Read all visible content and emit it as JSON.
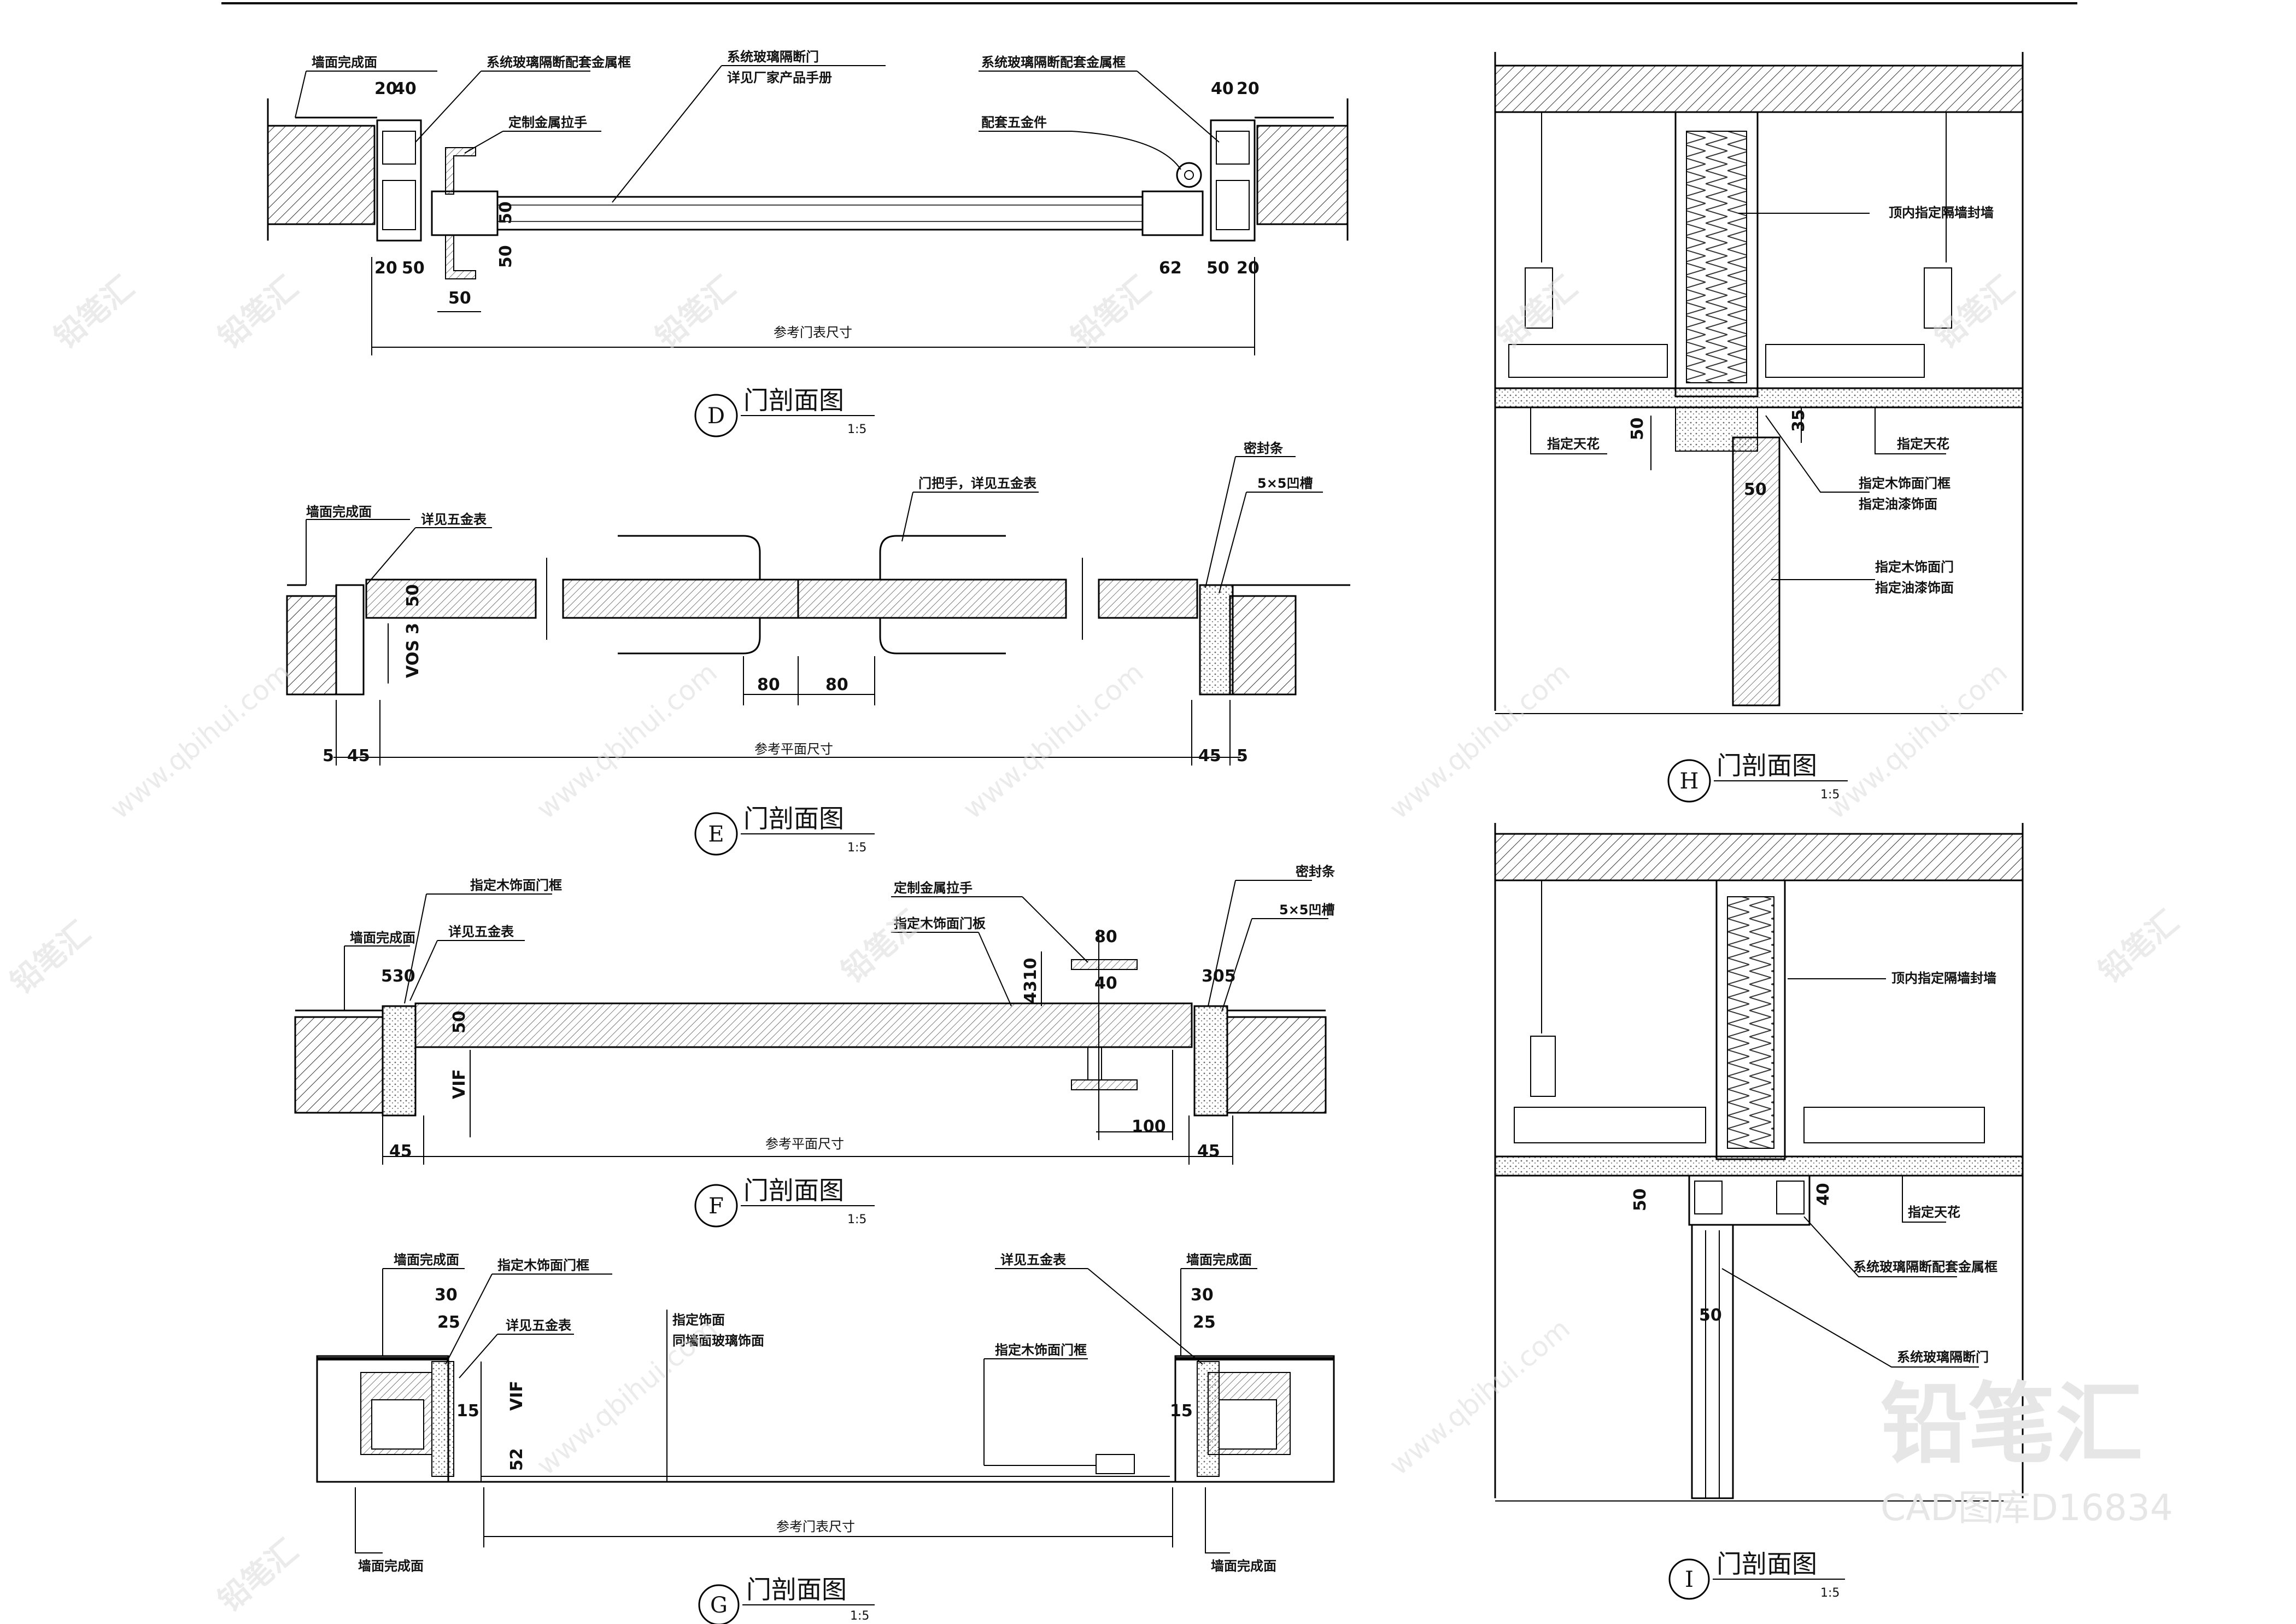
{
  "sections": {
    "D": {
      "letter": "D",
      "title": "门剖面图",
      "scale": "1:5"
    },
    "E": {
      "letter": "E",
      "title": "门剖面图",
      "scale": "1:5"
    },
    "F": {
      "letter": "F",
      "title": "门剖面图",
      "scale": "1:5"
    },
    "G": {
      "letter": "G",
      "title": "门剖面图",
      "scale": "1:5"
    },
    "H": {
      "letter": "H",
      "title": "门剖面图",
      "scale": "1:5"
    },
    "I": {
      "letter": "I",
      "title": "门剖面图",
      "scale": "1:5"
    }
  },
  "labels": {
    "wall_finish": "墙面完成面",
    "glass_frame": "系统玻璃隔断配套金属框",
    "glass_door": "系统玻璃隔断门",
    "see_manual": "详见厂家产品手册",
    "metal_handle": "定制金属拉手",
    "hardware_fitting": "配套五金件",
    "ref_door_size": "参考门表尺寸",
    "see_hardware": "详见五金表",
    "door_handle_see": "门把手，详见五金表",
    "seal_strip": "密封条",
    "groove": "5×5凹槽",
    "ref_plan_size": "参考平面尺寸",
    "wood_frame": "指定木饰面门框",
    "wood_panel": "指定木饰面门板",
    "finish": "指定饰面",
    "same_as_wall": "同墙面玻璃饰面",
    "ceiling_wall": "顶内指定隔墙封墙",
    "ceiling": "指定天花",
    "wood_frame_paint": "指定木饰面门框",
    "paint_finish": "指定油漆饰面",
    "wood_door_panel": "指定木饰面门",
    "system_glass_door": "系统玻璃隔断门"
  },
  "dims": {
    "d_20": "20",
    "d_40": "40",
    "d_50": "50",
    "d_62": "62",
    "e_50": "50",
    "e_3": "3",
    "e_vos": "VOS",
    "e_80a": "80",
    "e_80b": "80",
    "e_5": "5",
    "e_45": "45",
    "f_530": "530",
    "f_305": "305",
    "f_80": "80",
    "f_40": "40",
    "f_100": "100",
    "f_45": "45",
    "f_50": "50",
    "f_vif": "VIF",
    "f_4310": "4310",
    "g_30": "30",
    "g_25": "25",
    "g_15": "15",
    "g_52": "52",
    "g_vif": "VIF",
    "h_50": "50",
    "h_35": "35",
    "h_50b": "50",
    "i_50": "50",
    "i_40": "40",
    "i_50b": "50"
  },
  "watermark": {
    "brand": "铅笔汇",
    "url": "www.qbihui.com",
    "library": "CAD图库D16834"
  }
}
